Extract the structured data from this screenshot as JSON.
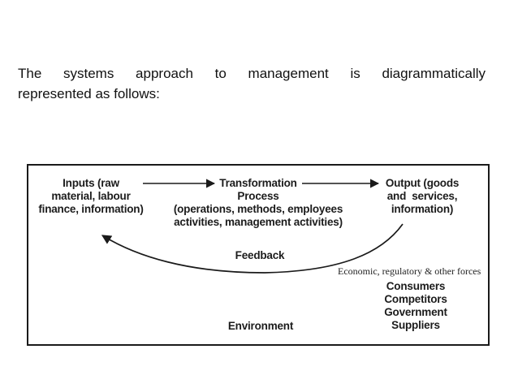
{
  "intro": {
    "line1_words": [
      "The",
      "systems",
      "approach",
      "to",
      "management",
      "is",
      "diagrammatically"
    ],
    "line2": "represented as follows:"
  },
  "diagram": {
    "inputs": [
      "Inputs (raw",
      "material, labour",
      "finance, information)"
    ],
    "transformation": [
      "Transformation",
      "Process",
      "(operations, methods, employees",
      "activities, management activities)"
    ],
    "output": [
      "Output (goods",
      "and  services,",
      "information)"
    ],
    "feedback": "Feedback",
    "forces": "Economic, regulatory & other forces",
    "environment_groups": [
      "Consumers",
      "Competitors",
      "Government",
      "Suppliers"
    ],
    "environment": "Environment"
  }
}
